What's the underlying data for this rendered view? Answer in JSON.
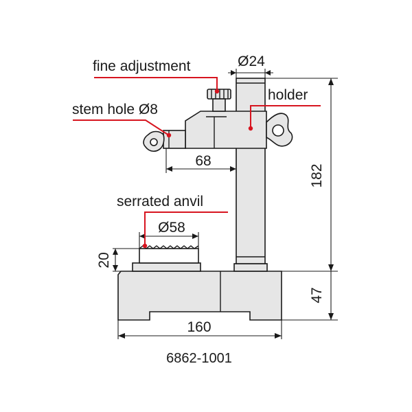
{
  "labels": {
    "fine_adjustment": "fine adjustment",
    "stem_hole": "stem hole Ø8",
    "holder": "holder",
    "serrated_anvil": "serrated anvil",
    "dia_24": "Ø24",
    "dia_58": "Ø58",
    "dim_68": "68",
    "dim_182": "182",
    "dim_20": "20",
    "dim_160": "160",
    "dim_47": "47",
    "model_number": "6862-1001"
  },
  "colors": {
    "callout_line": "#d7141f",
    "part_fill": "#e6e6e6",
    "line": "#1a1a1a"
  }
}
